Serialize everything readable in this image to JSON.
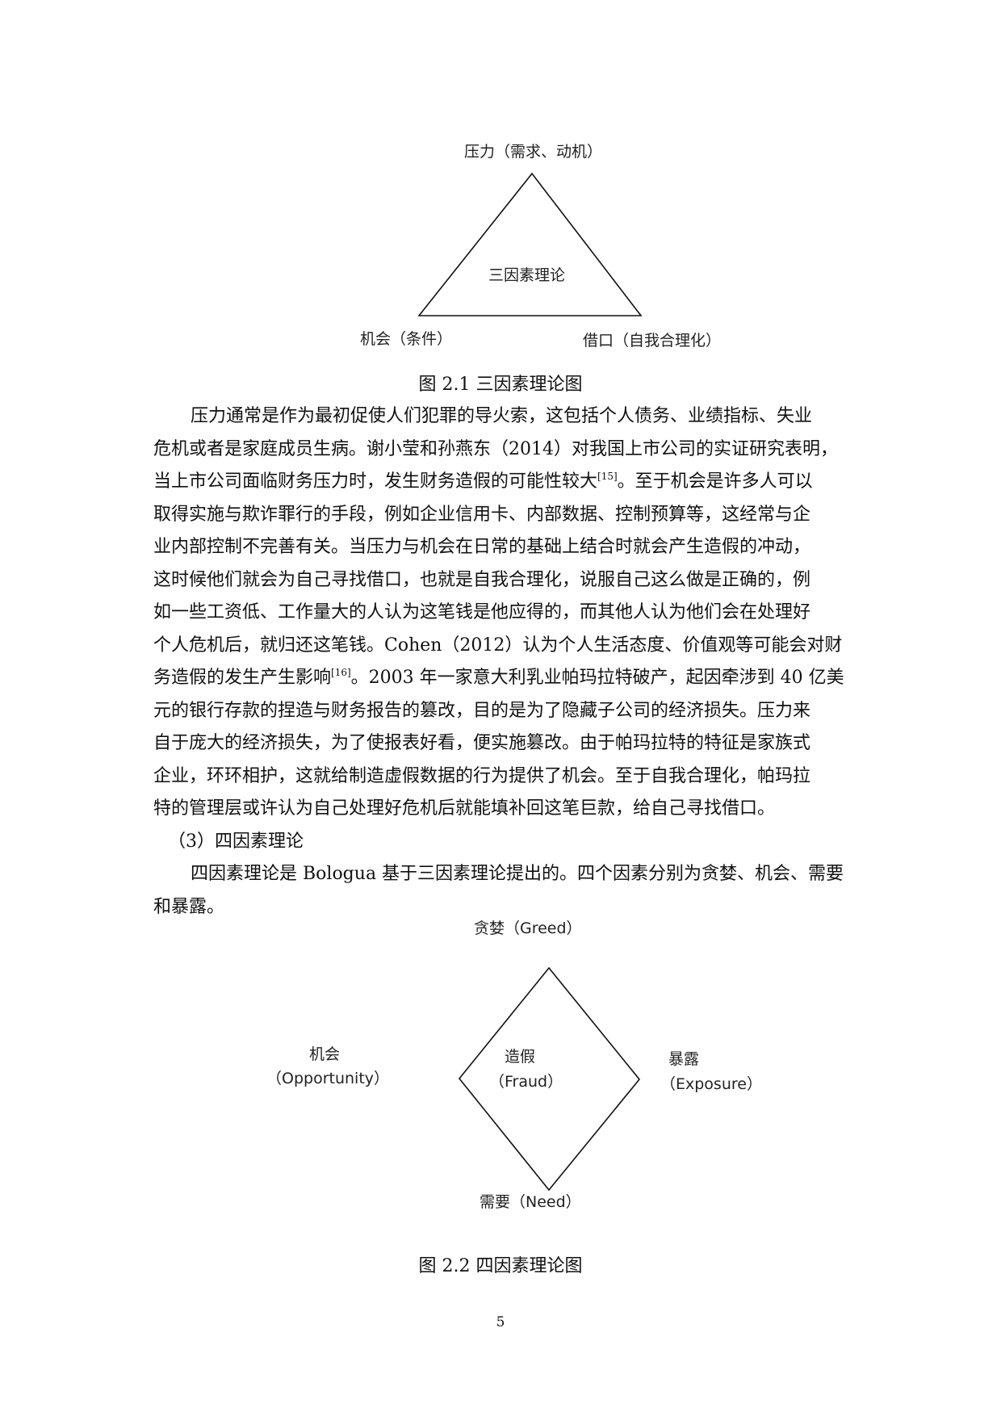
{
  "figure_1": {
    "top_label": "压力（需求、动机）",
    "center_label": "三因素理论",
    "left_label": "机会（条件）",
    "right_label": "借口（自我合理化）",
    "caption": "图 2.1 三因素理论图"
  },
  "paragraph_1": {
    "lines": [
      "压力通常是作为最初促使人们犯罪的导火索，这包括个人债务、业绩指标、失业",
      "危机或者是家庭成员生病。谢小莹和孙燕东（2014）对我国上市公司的实证研究表明，",
      "当上市公司面临财务压力时，发生财务造假的可能性较大",
      "。至于机会是许多人可以",
      "取得实施与欺诈罪行的手段，例如企业信用卡、内部数据、控制预算等，这经常与企",
      "业内部控制不完善有关。当压力与机会在日常的基础上结合时就会产生造假的冲动，",
      "这时候他们就会为自己寻找借口，也就是自我合理化，说服自己这么做是正确的，例",
      "如一些工资低、工作量大的人认为这笔钱是他应得的，而其他人认为他们会在处理好",
      "个人危机后，就归还这笔钱。Cohen（2012）认为个人生活态度、价值观等可能会对财",
      "务造假的发生产生影响",
      "。2003 年一家意大利乳业帕玛拉特破产，起因牵涉到 40 亿美",
      "元的银行存款的捏造与财务报告的篡改，目的是为了隐藏子公司的经济损失。压力来",
      "自于庞大的经济损失，为了使报表好看，便实施篡改。由于帕玛拉特的特征是家族式",
      "企业，环环相护，这就给制造虚假数据的行为提供了机会。至于自我合理化，帕玛拉",
      "特的管理层或许认为自己处理好危机后就能填补回这笔巨款，给自己寻找借口。"
    ],
    "citation_15": "[15]",
    "citation_16": "[16]"
  },
  "section_heading": "（3）四因素理论",
  "paragraph_2": {
    "lines": [
      "四因素理论是 Bologua 基于三因素理论提出的。四个因素分别为贪婪、机会、需要",
      "和暴露。"
    ]
  },
  "figure_2": {
    "top_label": "贪婪（Greed）",
    "left_label_cn": "机会",
    "left_label_en": "（Opportunity）",
    "center_label_cn": "造假",
    "center_label_en": "（Fraud）",
    "right_label_cn": "暴露",
    "right_label_en": "（Exposure）",
    "bottom_label": "需要（Need）",
    "caption": "图 2.2 四因素理论图"
  },
  "page_number": "5"
}
